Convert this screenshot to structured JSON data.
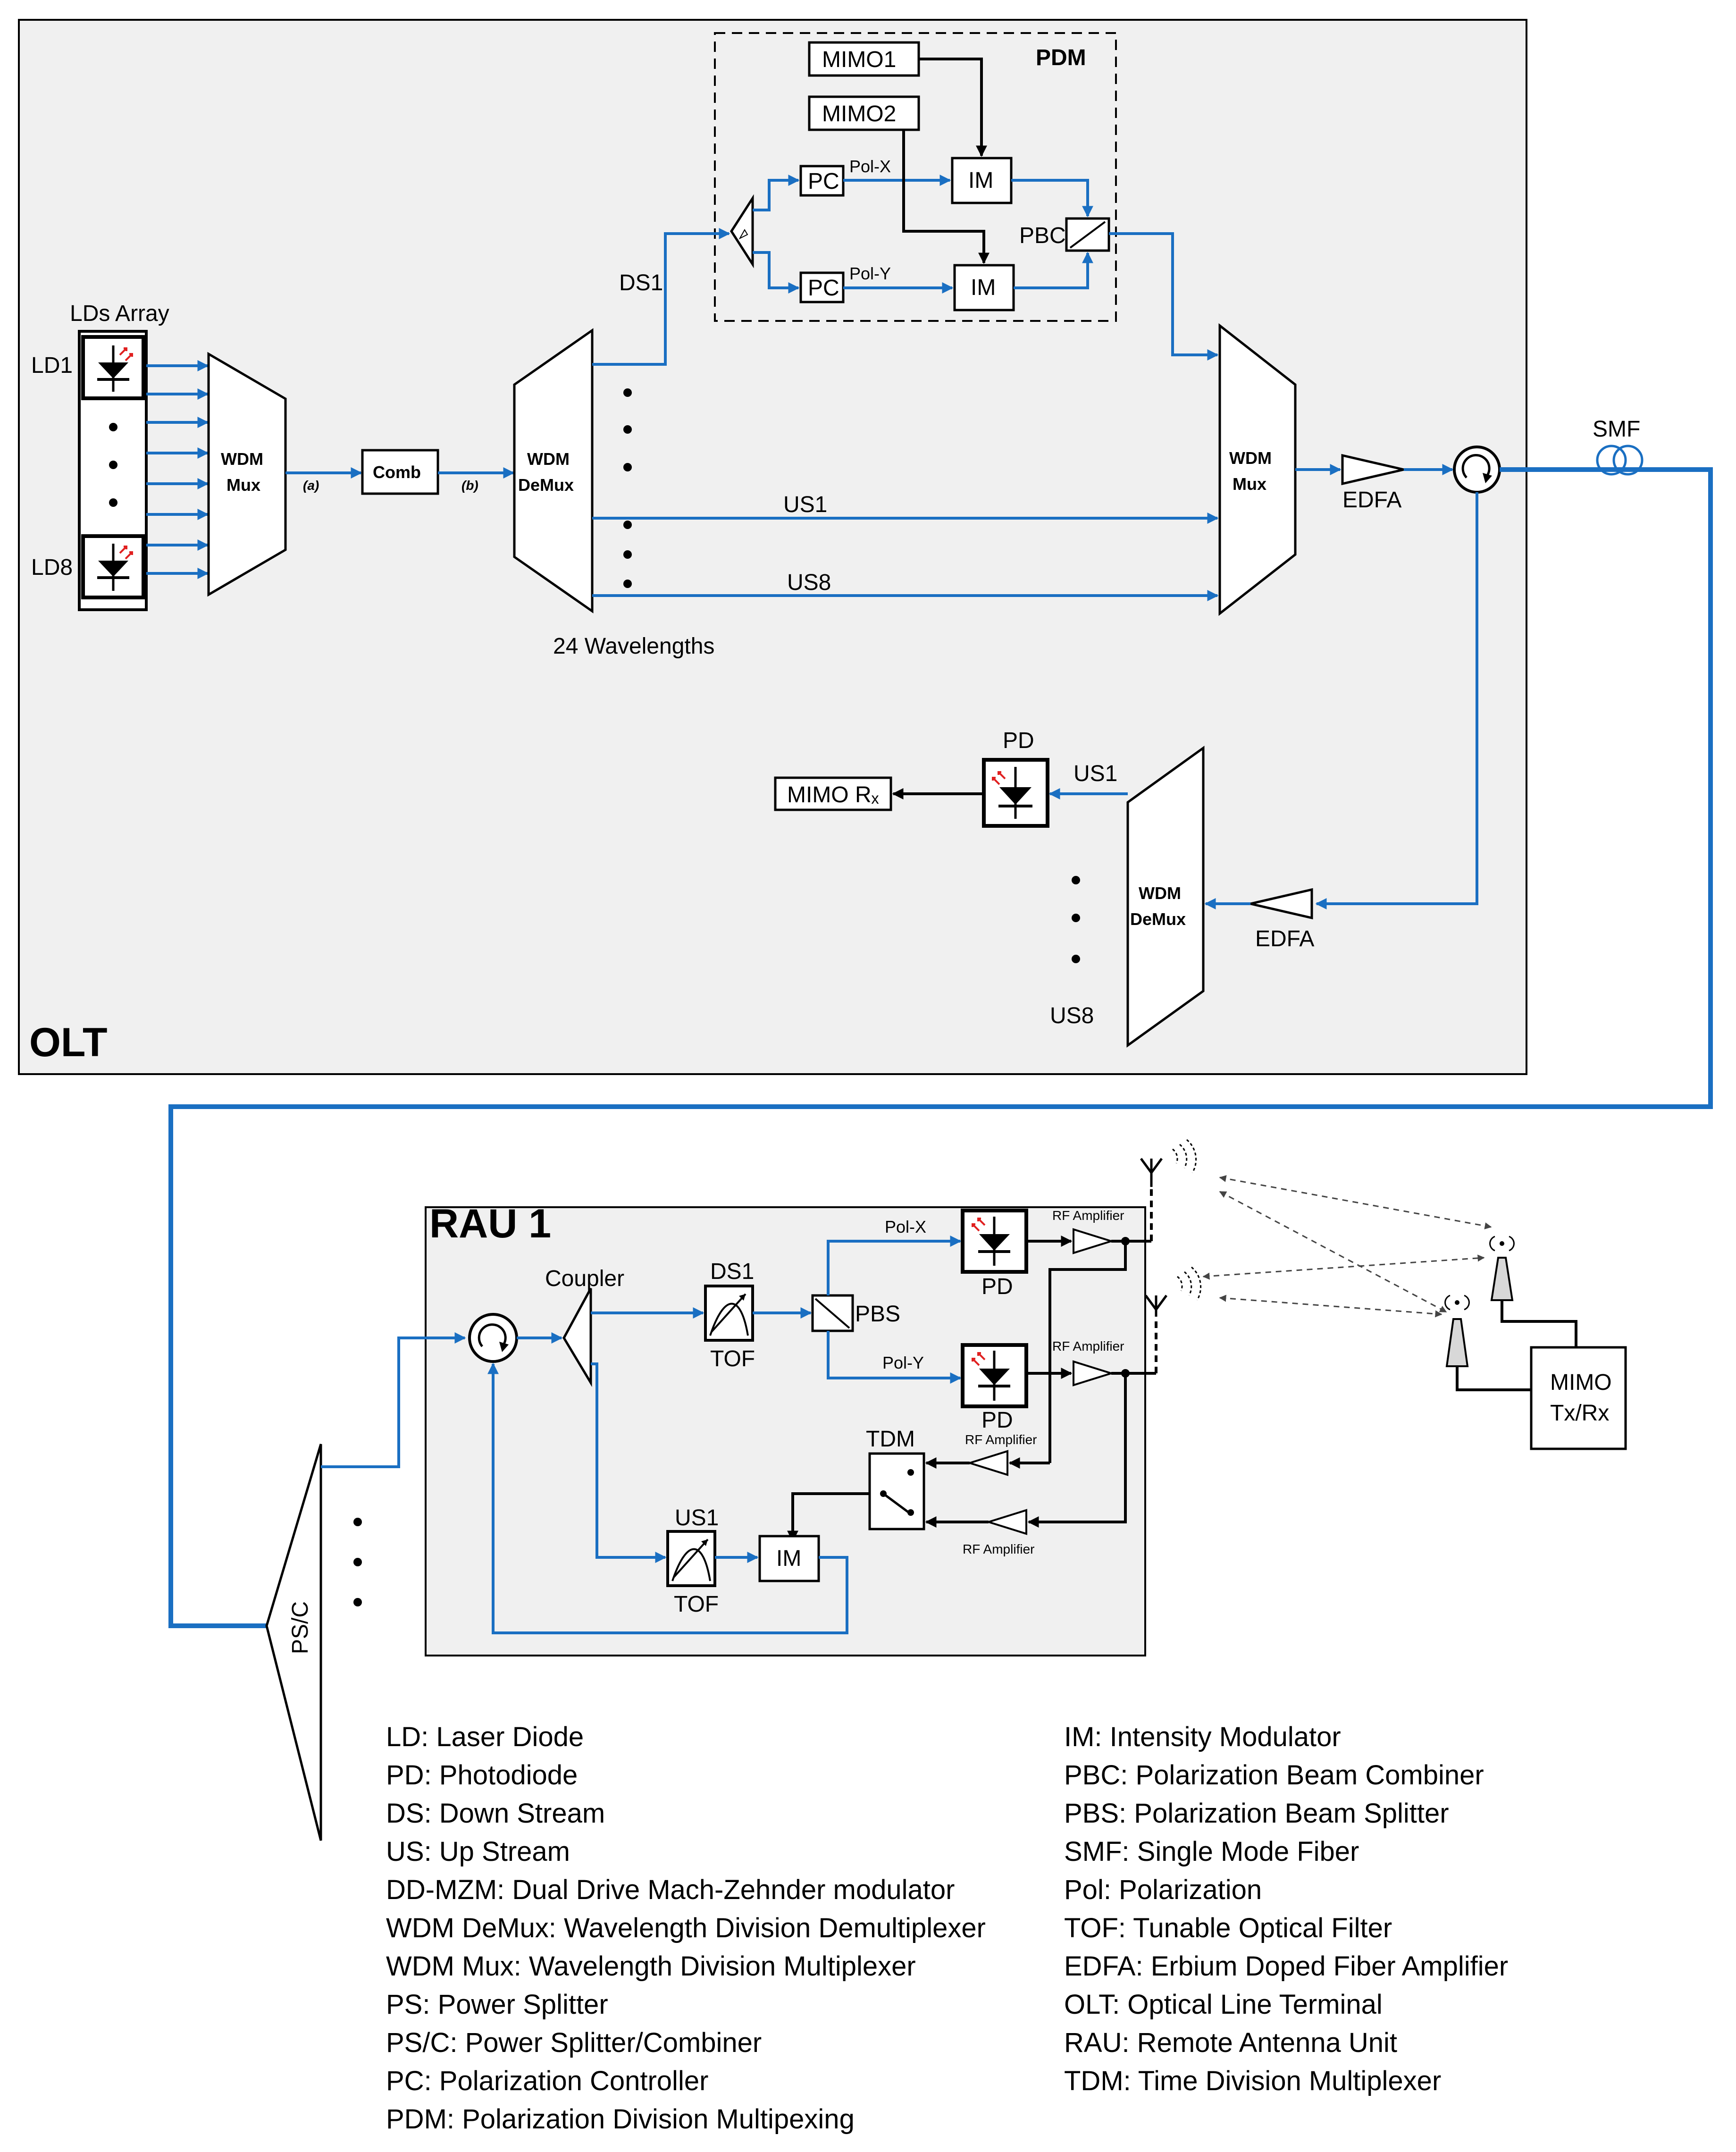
{
  "olt": {
    "title": "OLT",
    "lds_array": "LDs Array",
    "ld1": "LD1",
    "ld8": "LD8",
    "wdm_mux_a_l1": "WDM",
    "wdm_mux_a_l2": "Mux",
    "sig_a": "(a)",
    "comb": "Comb",
    "sig_b": "(b)",
    "wdm_demux_l1": "WDM",
    "wdm_demux_l2": "DeMux",
    "wavelengths": "24 Wavelengths",
    "ds1": "DS1",
    "us1": "US1",
    "us8": "US8",
    "pdm": "PDM",
    "mimo1": "MIMO1",
    "mimo2": "MIMO2",
    "pc_x": "PC",
    "pc_y": "PC",
    "pol_x": "Pol-X",
    "pol_y": "Pol-Y",
    "im_x": "IM",
    "im_y": "IM",
    "pbc": "PBC",
    "wdm_mux_b_l1": "WDM",
    "wdm_mux_b_l2": "Mux",
    "edfa_tx": "EDFA",
    "smf": "SMF",
    "pd": "PD",
    "mimo_rx": "MIMO Rₓ",
    "rx_us1": "US1",
    "rx_us8": "US8",
    "rx_demux_l1": "WDM",
    "rx_demux_l2": "DeMux",
    "edfa_rx": "EDFA"
  },
  "rau": {
    "title": "RAU 1",
    "coupler": "Coupler",
    "ds1": "DS1",
    "tof_ds": "TOF",
    "pbs": "PBS",
    "pol_x": "Pol-X",
    "pol_y": "Pol-Y",
    "pd_x": "PD",
    "pd_y": "PD",
    "rf_amp_1": "RF Amplifier",
    "rf_amp_2": "RF Amplifier",
    "rf_amp_3": "RF Amplifier",
    "rf_amp_4": "RF Amplifier",
    "tdm": "TDM",
    "us1": "US1",
    "tof_us": "TOF",
    "im": "IM",
    "psc": "PS/C",
    "mimo_l1": "MIMO",
    "mimo_l2": "Tx/Rx"
  },
  "legend_left": [
    "LD: Laser Diode",
    "PD: Photodiode",
    "DS: Down Stream",
    "US: Up Stream",
    "DD-MZM: Dual Drive Mach-Zehnder modulator",
    "WDM DeMux: Wavelength Division Demultiplexer",
    "WDM Mux: Wavelength Division Multiplexer",
    "PS: Power Splitter",
    "PS/C: Power Splitter/Combiner",
    "PC: Polarization Controller",
    "PDM: Polarization Division Multipexing"
  ],
  "legend_right": [
    "IM: Intensity Modulator",
    "PBC: Polarization Beam Combiner",
    "PBS: Polarization Beam Splitter",
    "SMF: Single Mode Fiber",
    "Pol: Polarization",
    "TOF: Tunable Optical Filter",
    "EDFA: Erbium Doped Fiber Amplifier",
    "OLT: Optical Line Terminal",
    "RAU: Remote Antenna Unit",
    "TDM: Time Division Multiplexer"
  ],
  "colors": {
    "fiber": "#1a6fc2",
    "panel": "#f0f0f0",
    "laser": "#e02020"
  }
}
